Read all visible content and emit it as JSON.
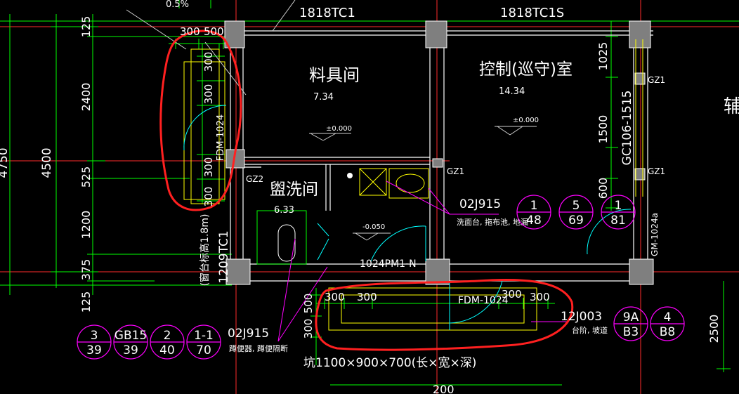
{
  "colors": {
    "background": "#000000",
    "grid": "#ff2b2b",
    "dimension": "#00ff00",
    "wall": "#ffffff",
    "fixture": "#ffff00",
    "leader": "#ff00ff",
    "column": "#7f7f7f",
    "markup": "#ff2020"
  },
  "top_labels": {
    "partial": "0.5%",
    "window_left": "1818TC1",
    "window_right": "1818TC1S"
  },
  "rooms": {
    "storage": {
      "name": "料具间",
      "area": "7.34",
      "level": "±0.000"
    },
    "control": {
      "name": "控制(巡守)室",
      "area": "14.34",
      "level": "±0.000"
    },
    "washroom": {
      "name": "盥洗间",
      "area": "6.33",
      "level": "-0.050"
    },
    "aux": {
      "name": "辅"
    }
  },
  "left_dims_outer": {
    "total": "4750",
    "inner": "4500"
  },
  "left_dims": [
    "125",
    "2400",
    "525",
    "1200",
    "375",
    "125"
  ],
  "top_dims": [
    "300",
    "500",
    "300",
    "300",
    "300",
    "300"
  ],
  "right_dims": [
    "1025",
    "1500",
    "600"
  ],
  "columns": {
    "gz1": "GZ1",
    "gz2": "GZ2"
  },
  "doors": {
    "fdm_vertical": "FDM-1024",
    "fdm_horizontal": "FDM-1024",
    "pm": "1024PM1-N",
    "gm": "GM-1024a",
    "gc_window": "GC106-1515"
  },
  "window_left_vertical": "1209TC1",
  "window_note": "(窗台标高1.8m)",
  "bottom_dims": [
    "500",
    "300",
    "300",
    "300",
    "300",
    "300"
  ],
  "pit_note": "坑1100×900×700(长×宽×深)",
  "dim_2500": "2500",
  "dim_200": "200",
  "ref_02j915_right": {
    "code": "02J915",
    "note": "洗面台, 拖布池, 地漏",
    "bubbles": [
      {
        "top": "1",
        "bottom": "48"
      },
      {
        "top": "5",
        "bottom": "69"
      },
      {
        "top": "1",
        "bottom": "81"
      }
    ]
  },
  "ref_12j003": {
    "code": "12J003",
    "note": "台阶, 坡道",
    "bubbles": [
      {
        "top": "9A",
        "bottom": "B3"
      },
      {
        "top": "4",
        "bottom": "B8"
      }
    ]
  },
  "ref_left": {
    "code": "02J915",
    "note": "蹲便器, 蹲便隔断",
    "bubbles": [
      {
        "top": "3",
        "bottom": "39"
      },
      {
        "top": "GB15",
        "bottom": "39"
      },
      {
        "top": "2",
        "bottom": "40"
      },
      {
        "top": "1-1",
        "bottom": "70"
      }
    ]
  }
}
